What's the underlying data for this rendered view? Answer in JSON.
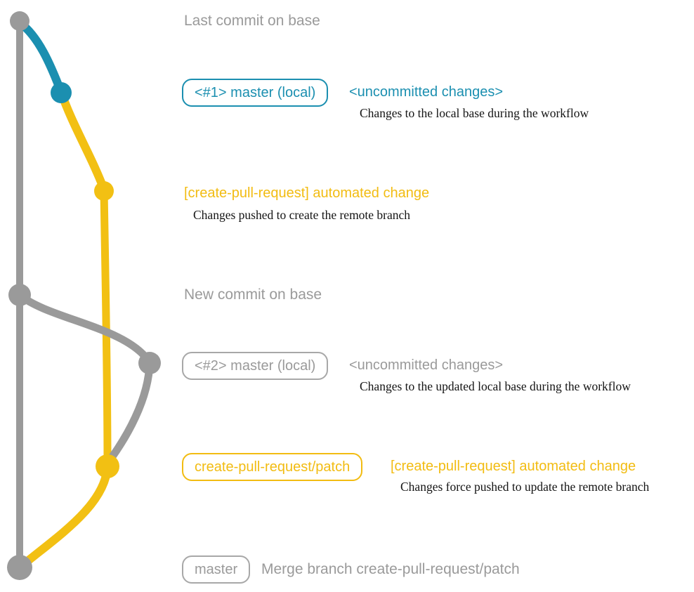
{
  "diagram": {
    "title_hint": "git branch workflow diagram for create-pull-request action",
    "colors": {
      "base_gray": "#9a9a9a",
      "local_blue": "#1b8fb0",
      "patch_yellow": "#f2bc12",
      "description_text": "#141414",
      "background": "#ffffff"
    },
    "icons": {
      "commit_dot": "filled-circle",
      "branch_line": "curved-stroke"
    },
    "annotations": {
      "last_commit": "Last commit on base",
      "master1_tag": "<#1> master (local)",
      "uncommitted1": "<uncommitted changes>",
      "uncommitted1_desc": "Changes to the local base during the workflow",
      "cpr_commit1": "[create-pull-request] automated change",
      "cpr_commit1_desc": "Changes pushed to create the remote branch",
      "new_commit": "New commit on base",
      "master2_tag": "<#2> master (local)",
      "uncommitted2": "<uncommitted changes>",
      "uncommitted2_desc": "Changes to the updated local base during the workflow",
      "patch_tag": "create-pull-request/patch",
      "cpr_commit2": "[create-pull-request] automated change",
      "cpr_commit2_desc": "Changes force pushed to update the remote branch",
      "master_tag": "master",
      "merge_commit": "Merge branch create-pull-request/patch"
    }
  }
}
